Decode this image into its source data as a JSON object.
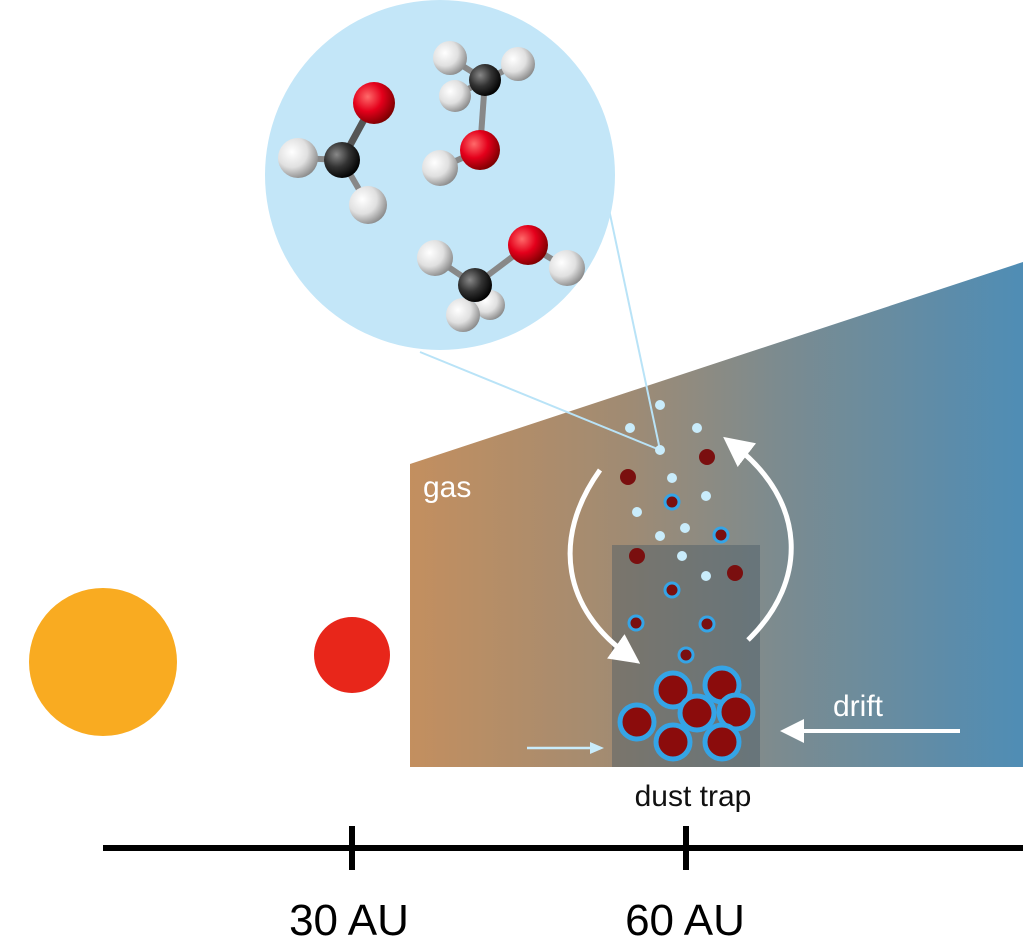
{
  "labels": {
    "gas": "gas",
    "drift": "drift",
    "dust_trap": "dust trap"
  },
  "axis": {
    "ticks": [
      "30 AU",
      "60 AU"
    ]
  },
  "colors": {
    "star": "#f9ab21",
    "planet": "#e8261a",
    "inset_bubble": "#c3e6f8",
    "disk_inner": "#c28e5e",
    "disk_outer": "#4f8db5",
    "dust_grain": "#7a0f0f",
    "ice_mantle": "#35a4e6",
    "ice_grain": "#c9ecfb",
    "oxygen_atom": "#e4001b",
    "carbon_atom": "#333333",
    "hydrogen_atom": "#e8e8e8"
  },
  "molecules": [
    {
      "name": "formaldehyde-molecule"
    },
    {
      "name": "methanol-molecule-upper"
    },
    {
      "name": "methanol-molecule-lower"
    }
  ]
}
